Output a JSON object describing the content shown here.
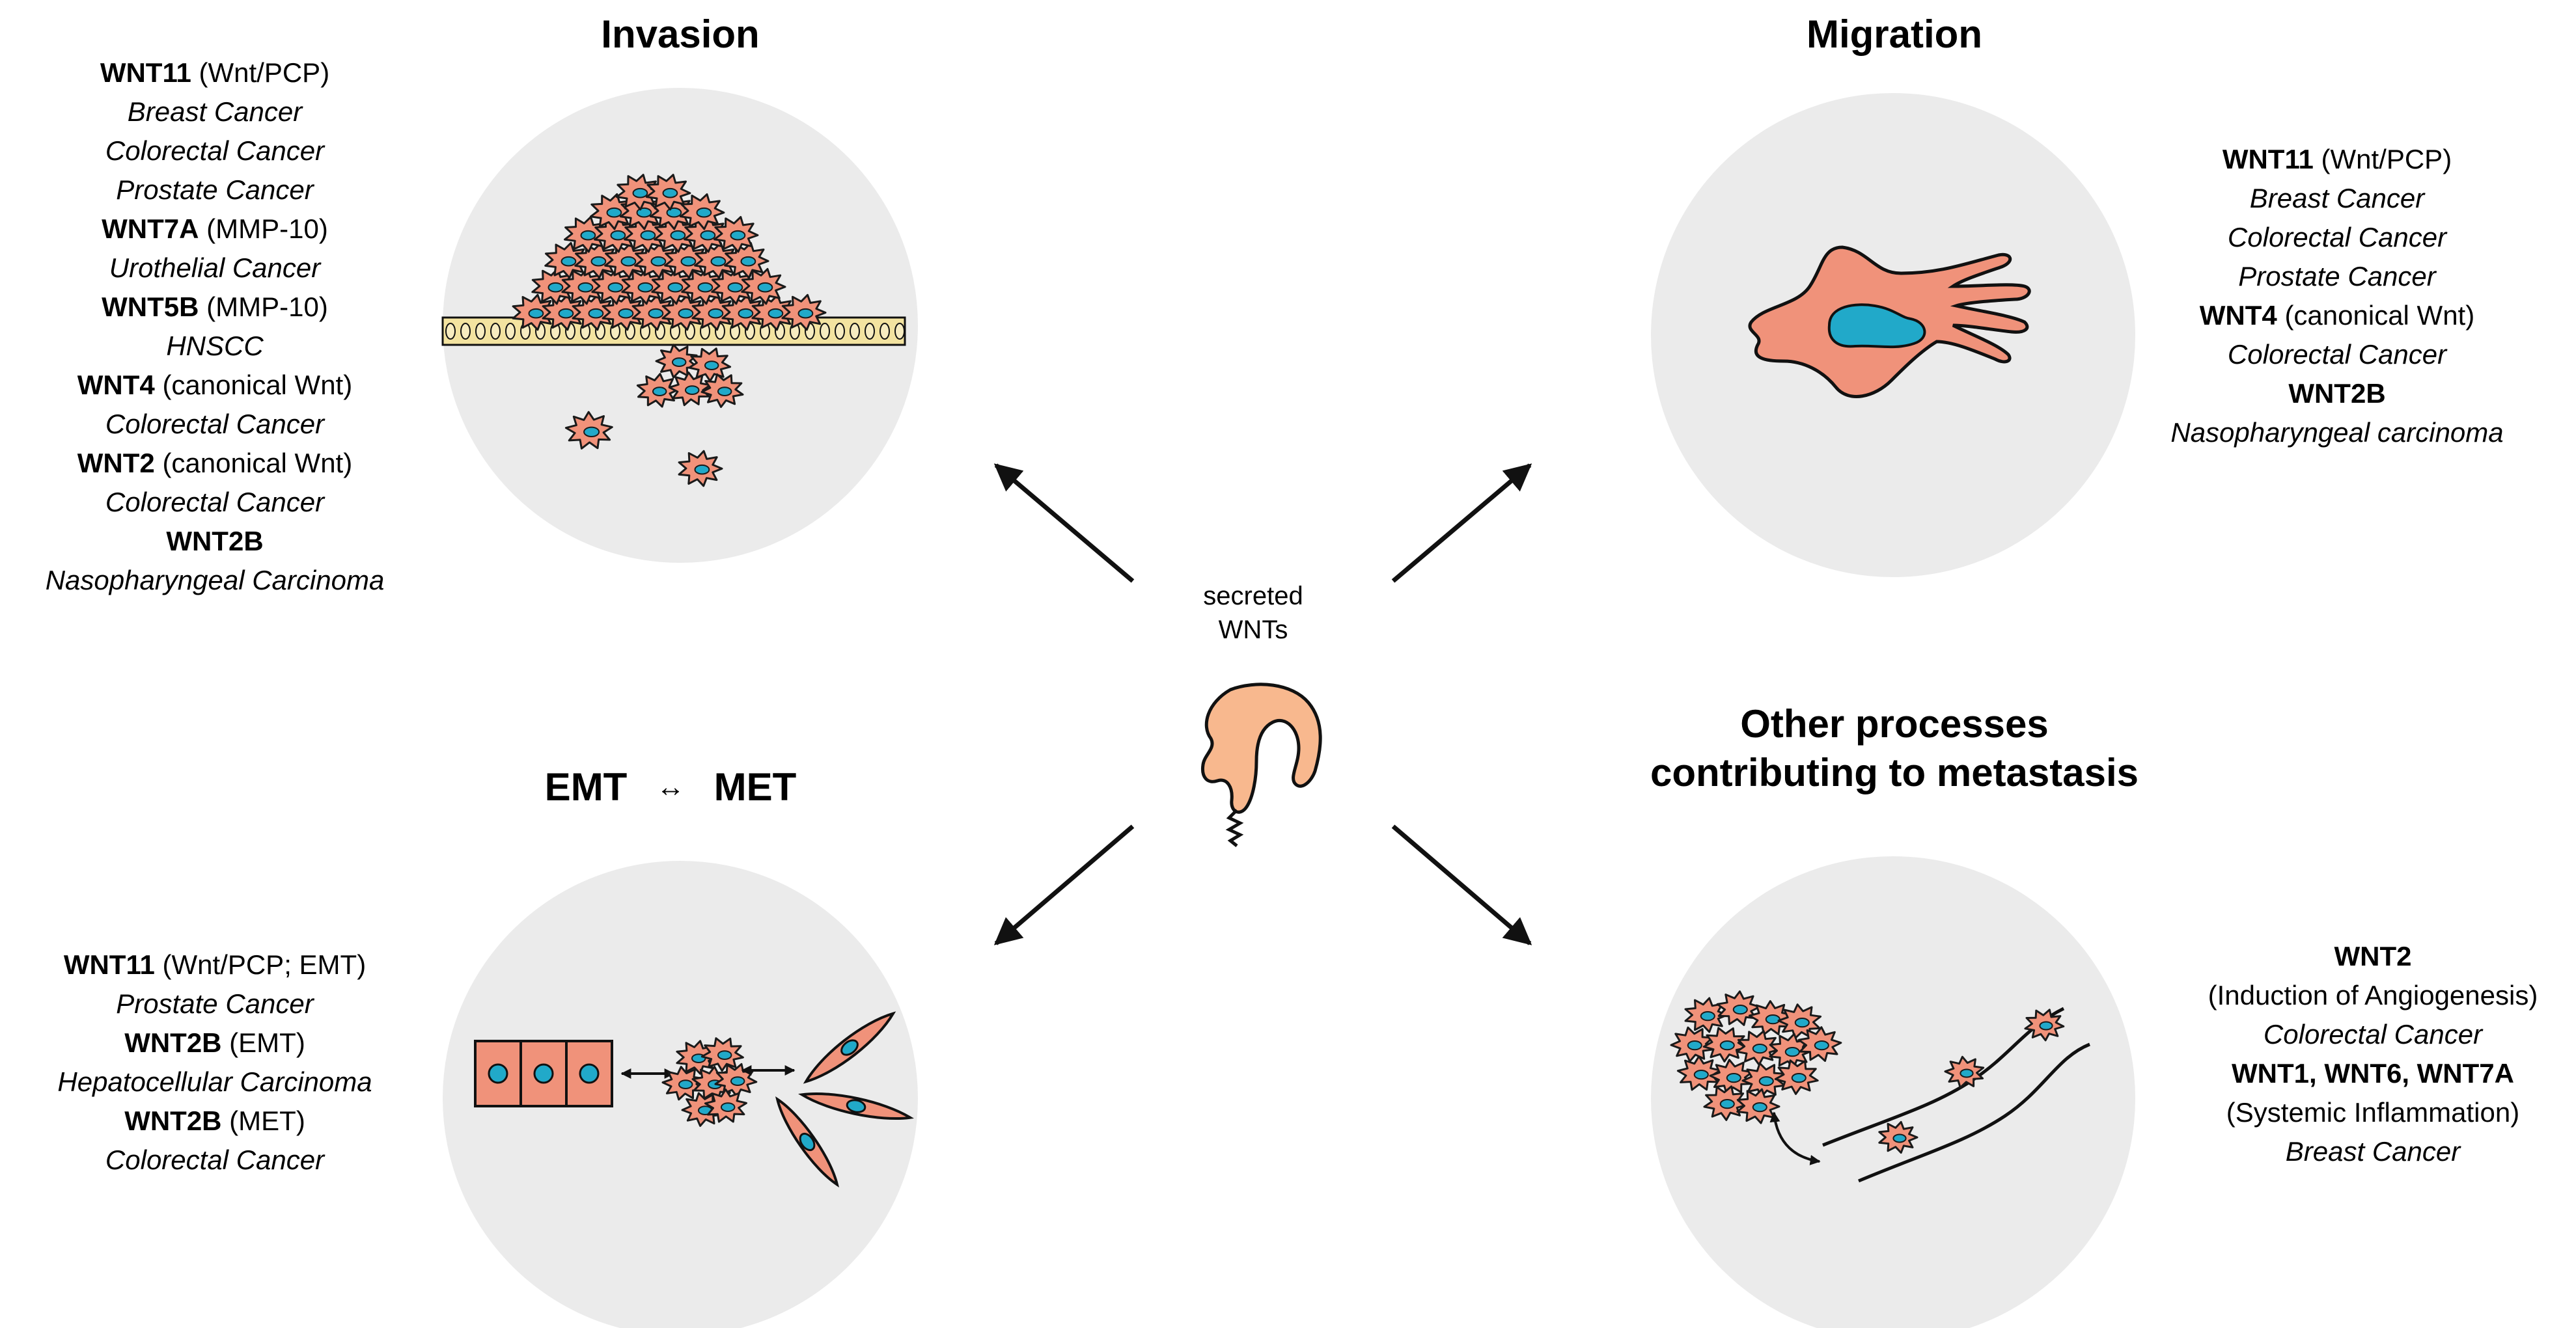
{
  "center": {
    "line1": "secreted",
    "line2": "WNTs"
  },
  "panels": {
    "invasion": {
      "title": "Invasion",
      "entries": [
        {
          "gene": "WNT11",
          "note": " (Wnt/PCP)"
        },
        {
          "cancer": "Breast Cancer"
        },
        {
          "cancer": "Colorectal Cancer"
        },
        {
          "cancer": "Prostate Cancer"
        },
        {
          "gene": "WNT7A",
          "note": " (MMP-10)"
        },
        {
          "cancer": "Urothelial Cancer"
        },
        {
          "gene": "WNT5B",
          "note": " (MMP-10)"
        },
        {
          "cancer": "HNSCC"
        },
        {
          "gene": "WNT4",
          "note": " (canonical Wnt)"
        },
        {
          "cancer": "Colorectal Cancer"
        },
        {
          "gene": "WNT2",
          "note": " (canonical Wnt)"
        },
        {
          "cancer": "Colorectal Cancer"
        },
        {
          "gene": "WNT2B"
        },
        {
          "cancer": "Nasopharyngeal Carcinoma"
        }
      ]
    },
    "migration": {
      "title": "Migration",
      "entries": [
        {
          "gene": "WNT11",
          "note": " (Wnt/PCP)"
        },
        {
          "cancer": "Breast Cancer"
        },
        {
          "cancer": "Colorectal Cancer"
        },
        {
          "cancer": "Prostate Cancer"
        },
        {
          "gene": "WNT4",
          "note": " (canonical Wnt)"
        },
        {
          "cancer": "Colorectal Cancer"
        },
        {
          "gene": "WNT2B"
        },
        {
          "cancer": "Nasopharyngeal carcinoma"
        }
      ]
    },
    "emt": {
      "title_left": "EMT",
      "title_right": "MET",
      "entries": [
        {
          "gene": "WNT11",
          "note": " (Wnt/PCP; EMT)"
        },
        {
          "cancer": "Prostate Cancer"
        },
        {
          "gene": "WNT2B",
          "note": " (EMT)"
        },
        {
          "cancer": "Hepatocellular Carcinoma"
        },
        {
          "gene": "WNT2B",
          "note": " (MET)"
        },
        {
          "cancer": "Colorectal Cancer"
        }
      ]
    },
    "other": {
      "title_line1": "Other processes",
      "title_line2": "contributing to metastasis",
      "entries": [
        {
          "gene": "WNT2"
        },
        {
          "note": "(Induction of Angiogenesis)"
        },
        {
          "cancer": "Colorectal Cancer"
        },
        {
          "gene": "WNT1, WNT6, WNT7A"
        },
        {
          "note": "(Systemic Inflammation)"
        },
        {
          "cancer": "Breast Cancer"
        }
      ]
    }
  },
  "colors": {
    "circle_fill": "#ebebeb",
    "cell_fill": "#f0927a",
    "cell_stroke": "#1a1a1a",
    "nucleus_fill": "#21a9c9",
    "membrane_fill": "#f3e3a0",
    "wnt_fill": "#f8b88e",
    "arrow": "#111111"
  }
}
